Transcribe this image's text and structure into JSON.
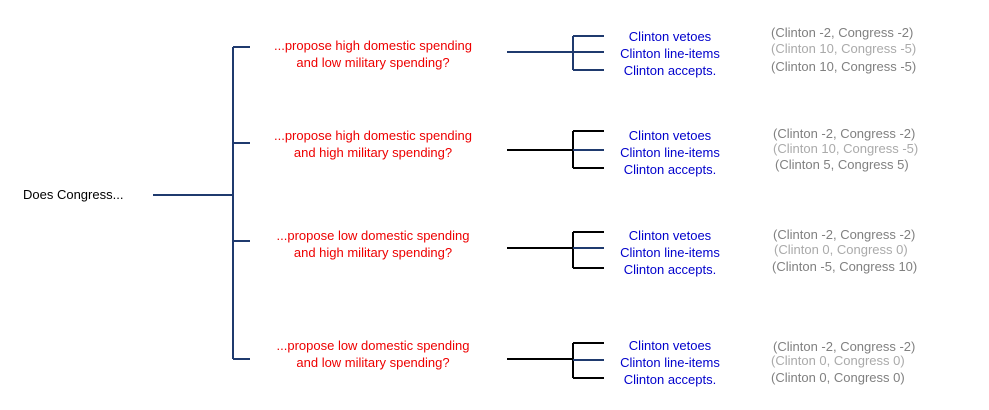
{
  "root": {
    "label": "Does Congress..."
  },
  "colors": {
    "proposal": "#ee0000",
    "response": "#0000cc",
    "payoff_dark": "#808080",
    "payoff_light": "#aaaaaa",
    "branch_blue": "#1f3a6e",
    "branch_black": "#000000"
  },
  "branches": [
    {
      "proposal": {
        "line1": "...propose high domestic spending",
        "line2": "and low military spending?"
      },
      "responses": [
        {
          "label": "Clinton vetoes",
          "payoff": "(Clinton -2, Congress -2)",
          "tone": "dark"
        },
        {
          "label": "Clinton line-items",
          "payoff": "(Clinton 10, Congress -5)",
          "tone": "light"
        },
        {
          "label": "Clinton accepts.",
          "payoff": "(Clinton 10, Congress -5)",
          "tone": "dark"
        }
      ]
    },
    {
      "proposal": {
        "line1": "...propose high domestic spending",
        "line2": "and high military spending?"
      },
      "responses": [
        {
          "label": "Clinton vetoes",
          "payoff": "(Clinton -2, Congress -2)",
          "tone": "dark"
        },
        {
          "label": "Clinton line-items",
          "payoff": "(Clinton 10, Congress -5)",
          "tone": "light"
        },
        {
          "label": "Clinton accepts.",
          "payoff": "(Clinton 5, Congress 5)",
          "tone": "dark"
        }
      ]
    },
    {
      "proposal": {
        "line1": "...propose low domestic spending",
        "line2": "and high military spending?"
      },
      "responses": [
        {
          "label": "Clinton vetoes",
          "payoff": "(Clinton -2, Congress -2)",
          "tone": "dark"
        },
        {
          "label": "Clinton line-items",
          "payoff": "(Clinton 0, Congress 0)",
          "tone": "light"
        },
        {
          "label": "Clinton accepts.",
          "payoff": "(Clinton -5, Congress 10)",
          "tone": "dark"
        }
      ]
    },
    {
      "proposal": {
        "line1": "...propose low domestic spending",
        "line2": "and low military spending?"
      },
      "responses": [
        {
          "label": "Clinton vetoes",
          "payoff": "(Clinton -2, Congress -2)",
          "tone": "dark"
        },
        {
          "label": "Clinton line-items",
          "payoff": "(Clinton 0, Congress 0)",
          "tone": "light"
        },
        {
          "label": "Clinton accepts.",
          "payoff": "(Clinton 0, Congress 0)",
          "tone": "dark"
        }
      ]
    }
  ]
}
